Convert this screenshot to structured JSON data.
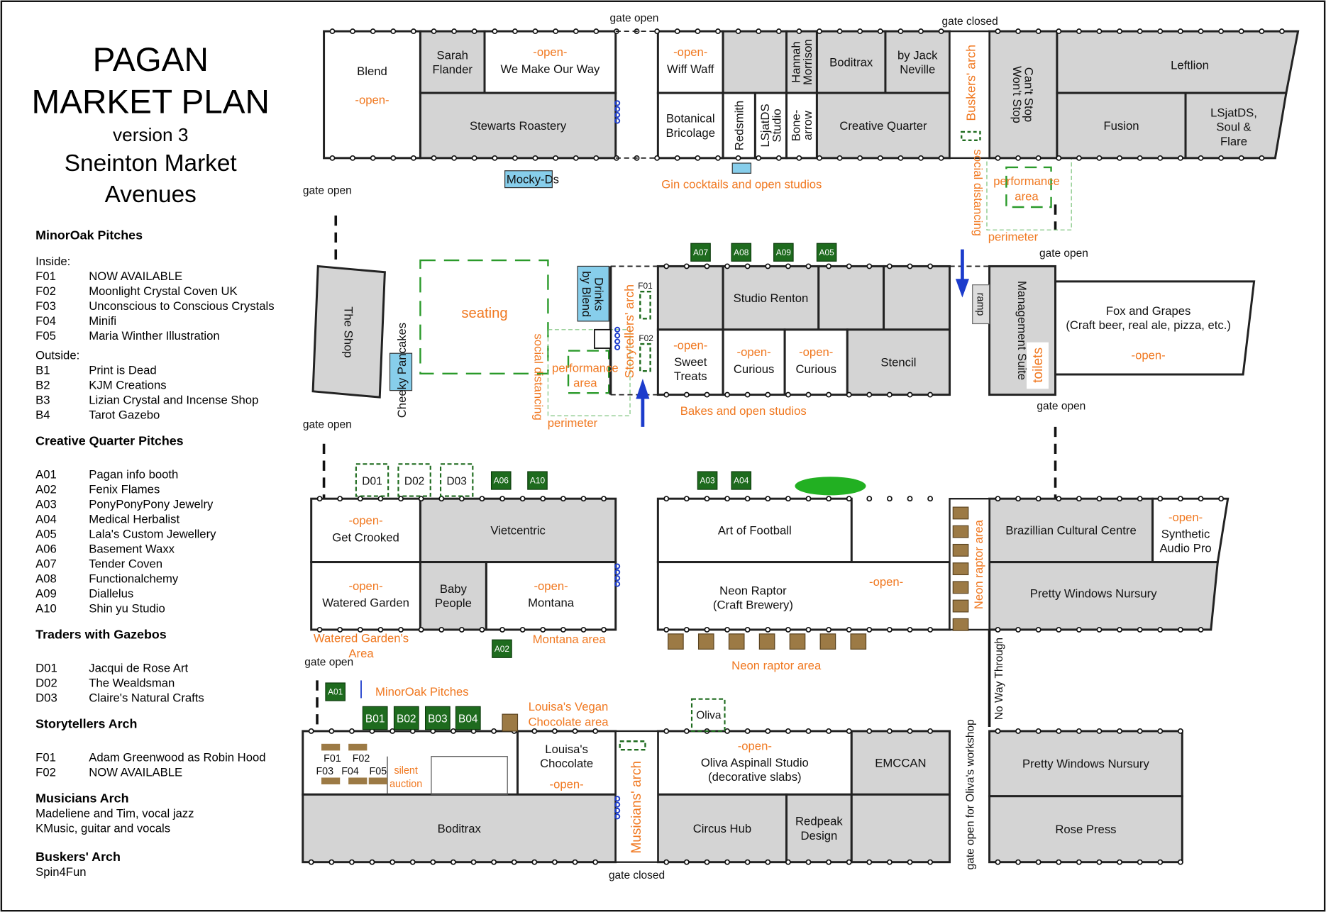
{
  "title": {
    "line1": "PAGAN",
    "line2": "MARKET PLAN",
    "version": "version 3",
    "venue1": "Sneinton Market",
    "venue2": "Avenues"
  },
  "legend": [
    {
      "heading": "MinorOak Pitches",
      "groups": [
        {
          "subheading": "Inside:",
          "items": [
            {
              "code": "F01",
              "name": "NOW AVAILABLE"
            },
            {
              "code": "F02",
              "name": "Moonlight Crystal Coven UK"
            },
            {
              "code": "F03",
              "name": "Unconscious to Conscious Crystals"
            },
            {
              "code": "F04",
              "name": "Minifi"
            },
            {
              "code": "F05",
              "name": "Maria Winther Illustration"
            }
          ]
        },
        {
          "subheading": "Outside:",
          "items": [
            {
              "code": "B1",
              "name": "Print is Dead"
            },
            {
              "code": "B2",
              "name": "KJM Creations"
            },
            {
              "code": "B3",
              "name": "Lizian Crystal and Incense Shop"
            },
            {
              "code": "B4",
              "name": "Tarot Gazebo"
            }
          ]
        }
      ]
    },
    {
      "heading": "Creative Quarter Pitches",
      "groups": [
        {
          "subheading": "",
          "items": [
            {
              "code": "A01",
              "name": "Pagan info booth"
            },
            {
              "code": "A02",
              "name": "Fenix Flames"
            },
            {
              "code": "A03",
              "name": "PonyPonyPony Jewelry"
            },
            {
              "code": "A04",
              "name": "Medical Herbalist"
            },
            {
              "code": "A05",
              "name": "Lala's Custom Jewellery"
            },
            {
              "code": "A06",
              "name": "Basement Waxx"
            },
            {
              "code": "A07",
              "name": "Tender Coven"
            },
            {
              "code": "A08",
              "name": "Functionalchemy"
            },
            {
              "code": "A09",
              "name": "Diallelus"
            },
            {
              "code": "A10",
              "name": "Shin yu Studio"
            }
          ]
        }
      ]
    },
    {
      "heading": "Traders with Gazebos",
      "groups": [
        {
          "subheading": "",
          "items": [
            {
              "code": "D01",
              "name": "Jacqui de Rose Art"
            },
            {
              "code": "D02",
              "name": "The Wealdsman"
            },
            {
              "code": "D03",
              "name": "Claire's Natural Crafts"
            }
          ]
        }
      ]
    },
    {
      "heading": "Storytellers Arch",
      "groups": [
        {
          "subheading": "",
          "items": [
            {
              "code": "F01",
              "name": "Adam Greenwood as Robin Hood"
            },
            {
              "code": "F02",
              "name": "NOW AVAILABLE"
            }
          ]
        }
      ]
    },
    {
      "heading": "Musicians Arch",
      "lines": [
        "Madeliene and Tim, vocal jazz",
        "KMusic, guitar and vocals"
      ]
    },
    {
      "heading": "Buskers' Arch",
      "lines": [
        "Spin4Fun"
      ]
    }
  ],
  "colors": {
    "orange": "#f07820",
    "green": "#2a9a2a",
    "dark_green": "#1e6b1e",
    "grey": "#d4d4d4",
    "blue_stall": "#87ceeb",
    "arrow_blue": "#1c3ccc",
    "brown": "#9c7a45"
  },
  "map": {
    "rooms": {
      "blend": {
        "label": "Blend",
        "status": "-open-"
      },
      "sarah": {
        "label": "Sarah\nFlander"
      },
      "wemake": {
        "label": "We Make Our Way",
        "status": "-open-"
      },
      "stewarts": {
        "label": "Stewarts Roastery"
      },
      "wiff": {
        "label": "Wiff Waff",
        "status": "-open-"
      },
      "hannah": {
        "label": "Hannah\nMorrison"
      },
      "boditrax_top": {
        "label": "Boditrax"
      },
      "jack": {
        "label": "by Jack\nNeville"
      },
      "botanical": {
        "label": "Botanical\nBricolage"
      },
      "redsmith": {
        "label": "Redsmith"
      },
      "lsjatds_studio": {
        "label": "LSjatDS\nStudio"
      },
      "bonearrow": {
        "label": "Bone-\narrow"
      },
      "creative": {
        "label": "Creative Quarter"
      },
      "cantstop": {
        "label": "Can't Stop\nWon't Stop"
      },
      "leftlion": {
        "label": "Leftlion"
      },
      "fusion": {
        "label": "Fusion"
      },
      "soul": {
        "label": "LSjatDS,\nSoul &\nFlare"
      },
      "shop": {
        "label": "The Shop"
      },
      "renton": {
        "label": "Studio Renton"
      },
      "sweet": {
        "label": "Sweet\nTreats",
        "status": "-open-"
      },
      "curious1": {
        "label": "Curious",
        "status": "-open-"
      },
      "curious2": {
        "label": "Curious",
        "status": "-open-"
      },
      "stencil": {
        "label": "Stencil"
      },
      "management": {
        "label": "Management Suite"
      },
      "fox": {
        "label": "Fox and Grapes\n(Craft beer, real ale, pizza, etc.)",
        "status": "-open-"
      },
      "crooked": {
        "label": "Get Crooked",
        "status": "-open-"
      },
      "vietcentric": {
        "label": "Vietcentric"
      },
      "watered": {
        "label": "Watered Garden",
        "status": "-open-"
      },
      "baby": {
        "label": "Baby\nPeople"
      },
      "montana": {
        "label": "Montana",
        "status": "-open-"
      },
      "football": {
        "label": "Art of Football"
      },
      "neon": {
        "label": "Neon Raptor\n(Craft Brewery)",
        "status": "-open-"
      },
      "brazil": {
        "label": "Brazillian Cultural Centre"
      },
      "synthetic": {
        "label": "Synthetic\nAudio Pro",
        "status": "-open-"
      },
      "pretty1": {
        "label": "Pretty Windows Nursury"
      },
      "louisa": {
        "label": "Louisa's\nChocolate",
        "status": "-open-"
      },
      "boditrax_bottom": {
        "label": "Boditrax"
      },
      "oliva": {
        "label": "Oliva Aspinall Studio\n(decorative slabs)",
        "status": "-open-"
      },
      "emccan": {
        "label": "EMCCAN"
      },
      "circus": {
        "label": "Circus Hub"
      },
      "redpeak": {
        "label": "Redpeak\nDesign"
      },
      "pretty2": {
        "label": "Pretty Windows Nursury"
      },
      "rose": {
        "label": "Rose Press"
      }
    },
    "stalls": {
      "mocky": "Mocky-Ds",
      "drinks": "Drinks\nby Blend",
      "cheeky": "Cheeky Pancakes",
      "ramp": "ramp",
      "toilets": "toilets"
    },
    "pitches": {
      "A07": "A07",
      "A08": "A08",
      "A09": "A09",
      "A05": "A05",
      "A06": "A06",
      "A10": "A10",
      "A03": "A03",
      "A04": "A04",
      "A02": "A02",
      "A01": "A01",
      "B01": "B01",
      "B02": "B02",
      "B03": "B03",
      "B04": "B04",
      "D01": "D01",
      "D02": "D02",
      "D03": "D03",
      "Oliva": "Oliva"
    },
    "inside_pitches": [
      "F01",
      "F02",
      "F03",
      "F04",
      "F05"
    ],
    "arch_pitches": [
      "F01",
      "F02"
    ],
    "arches": {
      "buskers": "Buskers' arch",
      "storytellers": "Storytellers' arch",
      "musicians": "Musicians' arch",
      "neon_area": "Neon raptor area"
    },
    "annotations": {
      "gin": "Gin cocktails and open studios",
      "bakes": "Bakes and open studios",
      "seating": "seating",
      "performance1": "performance\narea",
      "performance2": "performance\narea",
      "social1": "social distancing",
      "social2": "social distancing",
      "perimeter1": "perimeter",
      "perimeter2": "perimeter",
      "watered_area": "Watered Garden's\nArea",
      "montana_area": "Montana area",
      "neon_area2": "Neon raptor area",
      "minoroak": "MinorOak Pitches",
      "louisa_area": "Louisa's Vegan\nChocolate area",
      "silent": "silent\nauction",
      "no_way": "No Way Through",
      "oliva_gate": "gate open for Oliva's workshop"
    },
    "gates": {
      "g_top_mid": "gate open",
      "g_top_right": "gate closed",
      "g_left_upper": "gate open",
      "g_right_upper": "gate open",
      "g_left_mid": "gate open",
      "g_right_mid": "gate open",
      "g_left_lower": "gate open",
      "g_bottom": "gate closed"
    }
  }
}
